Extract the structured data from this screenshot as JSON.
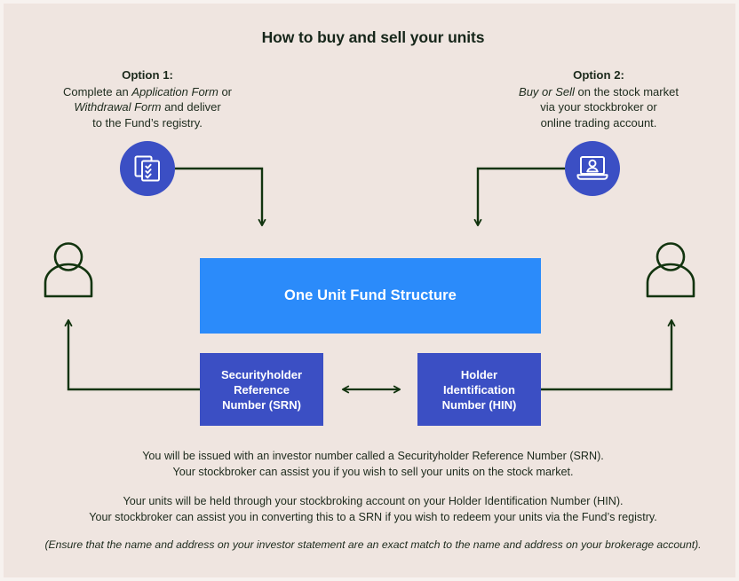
{
  "theme": {
    "background": "#EFE5E0",
    "page_border": "#F7F2EF",
    "text_dark": "#1C2A1C",
    "title_color": "#16261A",
    "connector_green": "#12340F",
    "badge_blue": "#3B4FC4",
    "box_blue_dark": "#3B4FC4",
    "box_blue_bright": "#2B8BFA",
    "box_text": "#FFFFFF"
  },
  "title": "How to buy and sell your units",
  "options": [
    {
      "heading": "Option 1:",
      "line1_pre": "Complete an ",
      "line1_italic": "Application Form",
      "line1_post": " or",
      "line2_italic": "Withdrawal Form",
      "line2_post": " and deliver",
      "line3": "to the Fund’s registry.",
      "icon": "form-checklist-icon"
    },
    {
      "heading": "Option 2:",
      "line1_italic": "Buy or Sell",
      "line1_post": " on the stock market",
      "line2": "via your stockbroker or",
      "line3": "online trading account.",
      "icon": "laptop-user-icon"
    }
  ],
  "boxes": {
    "fund_structure": "One Unit Fund Structure",
    "srn": {
      "line1": "Securityholder",
      "line2": "Reference",
      "line3": "Number (SRN)"
    },
    "hin": {
      "line1": "Holder",
      "line2": "Identification",
      "line3": "Number (HIN)"
    }
  },
  "actors": {
    "left": "investor-person-icon",
    "right": "investor-person-icon"
  },
  "connectors": [
    {
      "name": "form-icon-to-fund-arrow",
      "direction": "down"
    },
    {
      "name": "laptop-icon-to-fund-arrow",
      "direction": "down"
    },
    {
      "name": "srn-to-left-investor-arrow",
      "direction": "up"
    },
    {
      "name": "hin-to-right-investor-arrow",
      "direction": "up"
    },
    {
      "name": "srn-hin-bidirectional-arrow",
      "direction": "both"
    }
  ],
  "footer": {
    "para1_line1": "You will be issued with an investor number called a Securityholder Reference Number (SRN).",
    "para1_line2": "Your stockbroker can assist you if you wish to sell your units on the stock market.",
    "para2_line1": "Your units will be held through your stockbroking account on your Holder Identification Number (HIN).",
    "para2_line2": "Your stockbroker can assist you in converting this to a SRN if you wish to redeem your units via the Fund’s registry.",
    "note": "(Ensure that the name and address on your investor statement are an exact match to the name and address on your brokerage account)."
  }
}
